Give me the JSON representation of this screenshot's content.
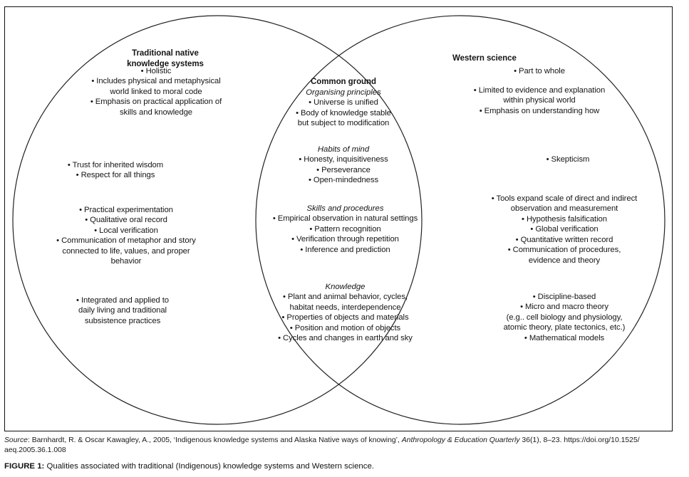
{
  "figure": {
    "frame_color": "#111111",
    "circle_stroke": "#222222",
    "background": "#ffffff"
  },
  "left_circle": {
    "title_line1": "Traditional native",
    "title_line2": "knowledge systems",
    "group1": [
      "• Holistic",
      "• Includes physical and metaphysical",
      "world linked to moral code",
      "• Emphasis on practical application of",
      "skills and knowledge"
    ],
    "group2": [
      "• Trust for inherited wisdom",
      "• Respect for all things"
    ],
    "group3": [
      "• Practical experimentation",
      "• Qualitative oral record",
      "• Local verification",
      "• Communication of metaphor and story",
      "connected to life, values, and proper",
      "behavior"
    ],
    "group4": [
      "• Integrated and applied to",
      "daily living and traditional",
      "subsistence practices"
    ]
  },
  "centre": {
    "title": "Common ground",
    "organising_heading": "Organising principles",
    "organising_items": [
      "• Universe is unified",
      "• Body of knowledge stable",
      "but subject to modification"
    ],
    "habits_heading": "Habits of mind",
    "habits_items": [
      "• Honesty, inquisitiveness",
      "• Perseverance",
      "• Open-mindedness"
    ],
    "skills_heading": "Skills and procedures",
    "skills_items": [
      "• Empirical observation in natural settings",
      "• Pattern recognition",
      "• Verification through repetition",
      "• Inference and prediction"
    ],
    "knowledge_heading": "Knowledge",
    "knowledge_items": [
      "• Plant and animal behavior, cycles,",
      "habitat needs, interdependence",
      "• Properties of objects and materials",
      "• Position and motion of objects",
      "• Cycles and changes in earth and sky"
    ]
  },
  "right_circle": {
    "title": "Western science",
    "group1": [
      "• Part to whole"
    ],
    "group2": [
      "• Limited to evidence and explanation",
      "within physical world",
      "• Emphasis on understanding how"
    ],
    "group3": [
      "• Skepticism"
    ],
    "group4": [
      "• Tools expand scale of direct and indirect",
      "observation and measurement",
      "• Hypothesis falsification",
      "• Global verification",
      "• Quantitative written record",
      "• Communication of procedures,",
      "evidence and theory"
    ],
    "group5": [
      "• Discipline-based",
      "• Micro and macro theory",
      "(e.g.. cell biology and physiology,",
      "atomic theory, plate tectonics, etc.)",
      "• Mathematical models"
    ]
  },
  "source": {
    "label": "Source",
    "text_before_journal": ": Barnhardt, R. & Oscar Kawagley, A., 2005, ‘Indigenous knowledge systems and Alaska Native ways of knowing’, ",
    "journal": "Anthropology & Education Quarterly",
    "text_after_journal": " 36(1), 8–23. https://doi.org/10.1525/",
    "line2": "aeq.2005.36.1.008"
  },
  "caption": {
    "label": "FIGURE 1:",
    "text": " Qualities associated with traditional (Indigenous) knowledge systems and Western science."
  }
}
